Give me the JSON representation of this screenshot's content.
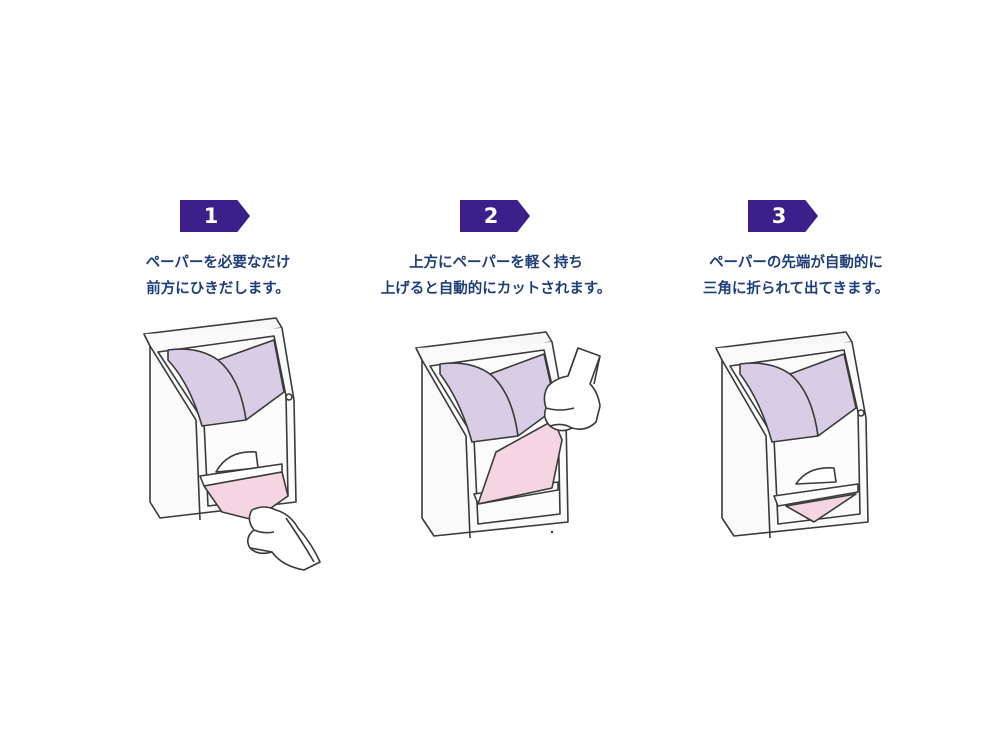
{
  "steps": [
    {
      "number": "1",
      "line1": "ペーパーを必要なだけ",
      "line2": "前方にひきだします。"
    },
    {
      "number": "2",
      "line1": "上方にペーパーを軽く持ち",
      "line2": "上げると自動的にカットされます。"
    },
    {
      "number": "3",
      "line1": "ペーパーの先端が自動的に",
      "line2": "三角に折られて出てきます。"
    }
  ],
  "colors": {
    "badge": "#3d1f8c",
    "caption": "#1f3d78",
    "roll": "#d9cde6",
    "paper": "#f6d5e2",
    "outline": "#3a3a3a"
  }
}
